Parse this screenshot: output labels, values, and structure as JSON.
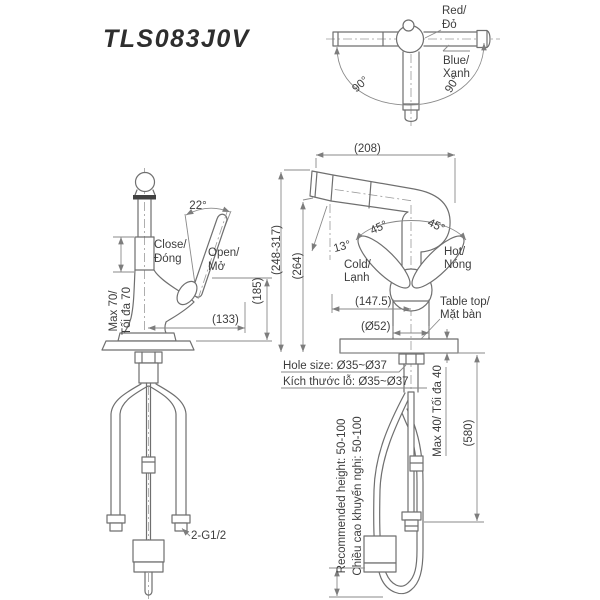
{
  "drawing": {
    "model": "TLS083J0V",
    "colors": {
      "line": "#6f6f6f",
      "dim": "#8a8a8a",
      "text": "#3d3d3d",
      "background": "#ffffff"
    },
    "top_view": {
      "red": "Red/",
      "red_vi": "Đỏ",
      "blue": "Blue/",
      "blue_vi": "Xanh",
      "swivel_left": "90°",
      "swivel_right": "90°"
    },
    "side_view": {
      "handle_angle": "22°",
      "close": "Close/",
      "close_vi": "Đóng",
      "open": "Open/",
      "open_vi": "Mở",
      "spout_height": "(185)",
      "spout_reach": "(133)",
      "deck_max": "Max 70/",
      "deck_max_vi": "Tối đa 70",
      "inlet_thread": "2-G1/2"
    },
    "front_view": {
      "overall_width": "(208)",
      "handle_swing_left": "45°",
      "handle_swing_right": "45°",
      "spray_angle": "13°",
      "cold": "Cold/",
      "cold_vi": "Lạnh",
      "hot": "Hot/",
      "hot_vi": "Nóng",
      "height_range": "(248-317)",
      "outlet_height": "(264)",
      "reach_center": "(147.5)",
      "base_diameter": "(Ø52)",
      "table_top": "Table top/",
      "table_top_vi": "Mặt bàn",
      "hole_size": "Hole size: Ø35~Ø37",
      "hole_size_vi": "Kích thước lỗ: Ø35~Ø37",
      "counter_max": "Max 40/ Tối đa 40",
      "hose_length": "(580)",
      "recommended_height": "Recommended height: 50-100",
      "recommended_height_vi": "Chiều cao khuyến nghị: 50-100"
    }
  }
}
